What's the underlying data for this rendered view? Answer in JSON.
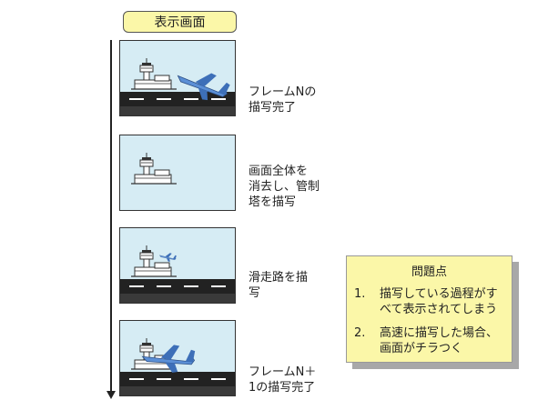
{
  "header": {
    "title": "表示画面"
  },
  "frames": [
    {
      "caption_lines": [
        "フレームNの",
        "描写完了"
      ]
    },
    {
      "caption_lines": [
        "画面全体を",
        "消去し、管制",
        "塔を描写"
      ]
    },
    {
      "caption_lines": [
        "滑走路を描",
        "写"
      ]
    },
    {
      "caption_lines": [
        "フレームN＋",
        "1の描写完了"
      ]
    }
  ],
  "callout": {
    "title": "問題点",
    "points": [
      {
        "num": "1.",
        "lines": [
          "描写している過程がす",
          "べて表示されてしまう"
        ]
      },
      {
        "num": "2.",
        "lines": [
          "高速に描写した場合、",
          "画面がチラつく"
        ]
      }
    ]
  },
  "colors": {
    "sky": "#d6ecf4",
    "note_fill": "#fbf7a8",
    "plane": "#5b8fd6",
    "runway": "#222222"
  }
}
